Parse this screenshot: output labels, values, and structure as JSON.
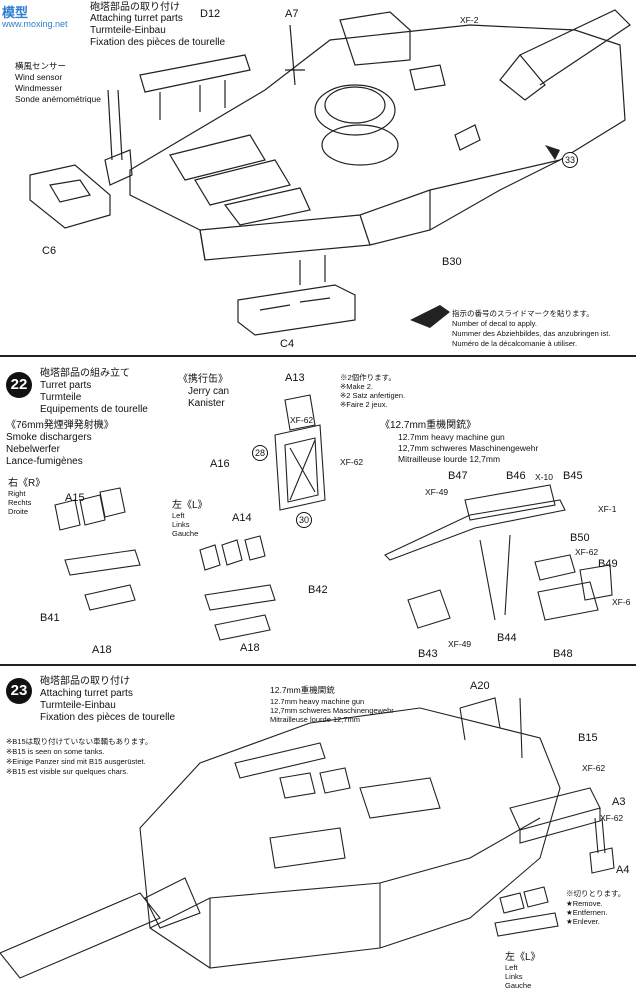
{
  "watermark": {
    "logo": "模型",
    "url": "www.moxing.net"
  },
  "step_top": {
    "heading": [
      "砲塔部品の取り付け",
      "Attaching turret parts",
      "Turmteile-Einbau",
      "Fixation des pièces de tourelle"
    ],
    "wind_sensor": [
      "横風センサー",
      "Wind sensor",
      "Windmesser",
      "Sonde anémométrique"
    ],
    "labels": {
      "d12": "D12",
      "a7": "A7",
      "xf2": "XF-2",
      "c6": "C6",
      "c4": "C4",
      "b30": "B30",
      "ref33": "33"
    },
    "decal_note": [
      "指示の番号のスライドマークを貼ります。",
      "Number of decal to apply.",
      "Nummer des Abziehbildes, das anzubringen ist.",
      "Numéro de la décalcomanie à utiliser."
    ]
  },
  "step22": {
    "number": "22",
    "heading": [
      "砲塔部品の組み立て",
      "Turret parts",
      "Turmteile",
      "Equipements de tourelle"
    ],
    "smoke": [
      "《76mm発煙弾発射機》",
      "Smoke dischargers",
      "Nebelwerfer",
      "Lance-fumigènes"
    ],
    "right": [
      "右《R》",
      "Right",
      "Rechts",
      "Droite"
    ],
    "left": [
      "左《L》",
      "Left",
      "Links",
      "Gauche"
    ],
    "jerry": [
      "《携行缶》",
      "Jerry can",
      "Kanister"
    ],
    "make2": [
      "※2個作ります。",
      "※Make 2.",
      "※2 Satz anfertigen.",
      "※Faire 2 jeux."
    ],
    "mg": [
      "《12.7mm重機関銃》",
      "12.7mm heavy machine gun",
      "12,7mm schweres Maschinengewehr",
      "Mitrailleuse lourde 12,7mm"
    ],
    "parts": {
      "a13": "A13",
      "a15": "A15",
      "a14": "A14",
      "a16": "A16",
      "a18r": "A18",
      "a18l": "A18",
      "b41": "B41",
      "b42": "B42",
      "b43": "B43",
      "b44": "B44",
      "b45": "B45",
      "b46": "B46",
      "b47": "B47",
      "b48": "B48",
      "b49": "B49",
      "b50": "B50",
      "xf62a": "XF-62",
      "xf62b": "XF-62",
      "xf62c": "XF-62",
      "xf62d": "XF-6",
      "xf49a": "XF-49",
      "xf49b": "XF-49",
      "xf1": "XF-1",
      "x10": "X-10",
      "ref28": "28",
      "ref30": "30"
    }
  },
  "step23": {
    "number": "23",
    "heading": [
      "砲塔部品の取り付け",
      "Attaching turret parts",
      "Turmteile-Einbau",
      "Fixation des pièces de tourelle"
    ],
    "b15note": [
      "※B15は取り付けていない車輌もあります。",
      "※B15 is seen on some tanks.",
      "※Einige Panzer sind mit B15 ausgerüstet.",
      "※B15 est visible sur quelques chars."
    ],
    "mg": [
      "12.7mm重機関銃",
      "12.7mm heavy machine gun",
      "12,7mm schweres Maschinengewehr",
      "Mitrailleuse lourde 12,7mm"
    ],
    "remove": [
      "※切りとります。",
      "★Remove.",
      "★Entfernen.",
      "★Enlever."
    ],
    "left": [
      "左《L》",
      "Left",
      "Links",
      "Gauche"
    ],
    "parts": {
      "a20": "A20",
      "b15": "B15",
      "xf62a": "XF-62",
      "xf62b": "XF-62",
      "a3": "A3",
      "a4": "A4"
    }
  }
}
